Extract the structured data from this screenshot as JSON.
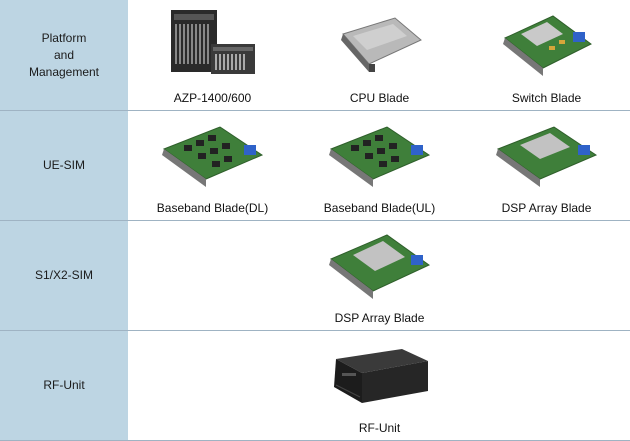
{
  "rows": [
    {
      "label": "Platform\nand\nManagement",
      "items": [
        {
          "caption": "AZP-1400/600",
          "icon": "chassis-icon"
        },
        {
          "caption": "CPU Blade",
          "icon": "blade-icon"
        },
        {
          "caption": "Switch Blade",
          "icon": "blade-icon"
        }
      ]
    },
    {
      "label": "UE-SIM",
      "items": [
        {
          "caption": "Baseband Blade(DL)",
          "icon": "blade-icon"
        },
        {
          "caption": "Baseband Blade(UL)",
          "icon": "blade-icon"
        },
        {
          "caption": "DSP Array Blade",
          "icon": "blade-icon"
        }
      ]
    },
    {
      "label": "S1/X2-SIM",
      "items": [
        {
          "caption": "DSP Array Blade",
          "icon": "blade-icon"
        }
      ]
    },
    {
      "label": "RF-Unit",
      "items": [
        {
          "caption": "RF-Unit",
          "icon": "rf-unit-icon"
        }
      ]
    }
  ],
  "colors": {
    "label_bg": "#bdd5e3",
    "row_border": "#9fb3c3",
    "pcb_green": "#3f7f3a",
    "blue_connector": "#2f62c9"
  }
}
